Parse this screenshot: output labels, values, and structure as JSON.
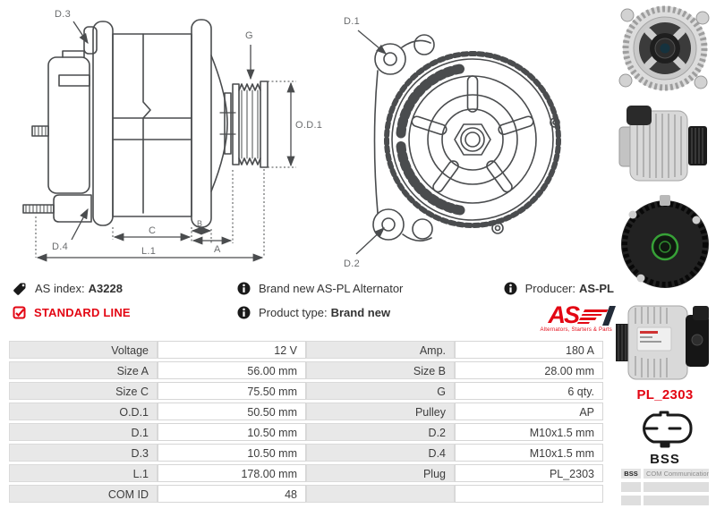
{
  "colors": {
    "accent_red": "#e30613",
    "table_label_bg": "#e8e8e8",
    "drawing_line": "#4a4c4e",
    "logo_flag_dark": "#232c39"
  },
  "side_view": {
    "labels": {
      "d3": "D.3",
      "g": "G",
      "od1": "O.D.1",
      "d4": "D.4",
      "c": "C",
      "b": "B",
      "a": "A",
      "l1": "L.1"
    }
  },
  "front_view": {
    "labels": {
      "d1": "D.1",
      "d2": "D.2"
    }
  },
  "info": {
    "as_index_label": "AS index:",
    "as_index_value": "A3228",
    "standard_line": "STANDARD LINE",
    "brand_new_line": "Brand new AS-PL Alternator",
    "product_type_label": "Product type:",
    "product_type_value": "Brand new",
    "producer_label": "Producer:",
    "producer_value": "AS-PL",
    "logo_text": "AS",
    "logo_tagline": "Alternators, Starters & Parts"
  },
  "spec_table": {
    "rows": [
      {
        "label1": "Voltage",
        "value1": "12 V",
        "label2": "Amp.",
        "value2": "180 A"
      },
      {
        "label1": "Size A",
        "value1": "56.00 mm",
        "label2": "Size B",
        "value2": "28.00 mm"
      },
      {
        "label1": "Size C",
        "value1": "75.50 mm",
        "label2": "G",
        "value2": "6 qty."
      },
      {
        "label1": "O.D.1",
        "value1": "50.50 mm",
        "label2": "Pulley",
        "value2": "AP"
      },
      {
        "label1": "D.1",
        "value1": "10.50 mm",
        "label2": "D.2",
        "value2": "M10x1.5 mm"
      },
      {
        "label1": "D.3",
        "value1": "10.50 mm",
        "label2": "D.4",
        "value2": "M10x1.5 mm"
      },
      {
        "label1": "L.1",
        "value1": "178.00 mm",
        "label2": "Plug",
        "value2": "PL_2303"
      },
      {
        "label1": "COM ID",
        "value1": "48",
        "label2": "",
        "value2": ""
      }
    ]
  },
  "right_panel": {
    "plug_code": "PL_2303",
    "connector_label": "BSS",
    "com_header_left": "BSS",
    "com_header_right": "COM Communication"
  }
}
